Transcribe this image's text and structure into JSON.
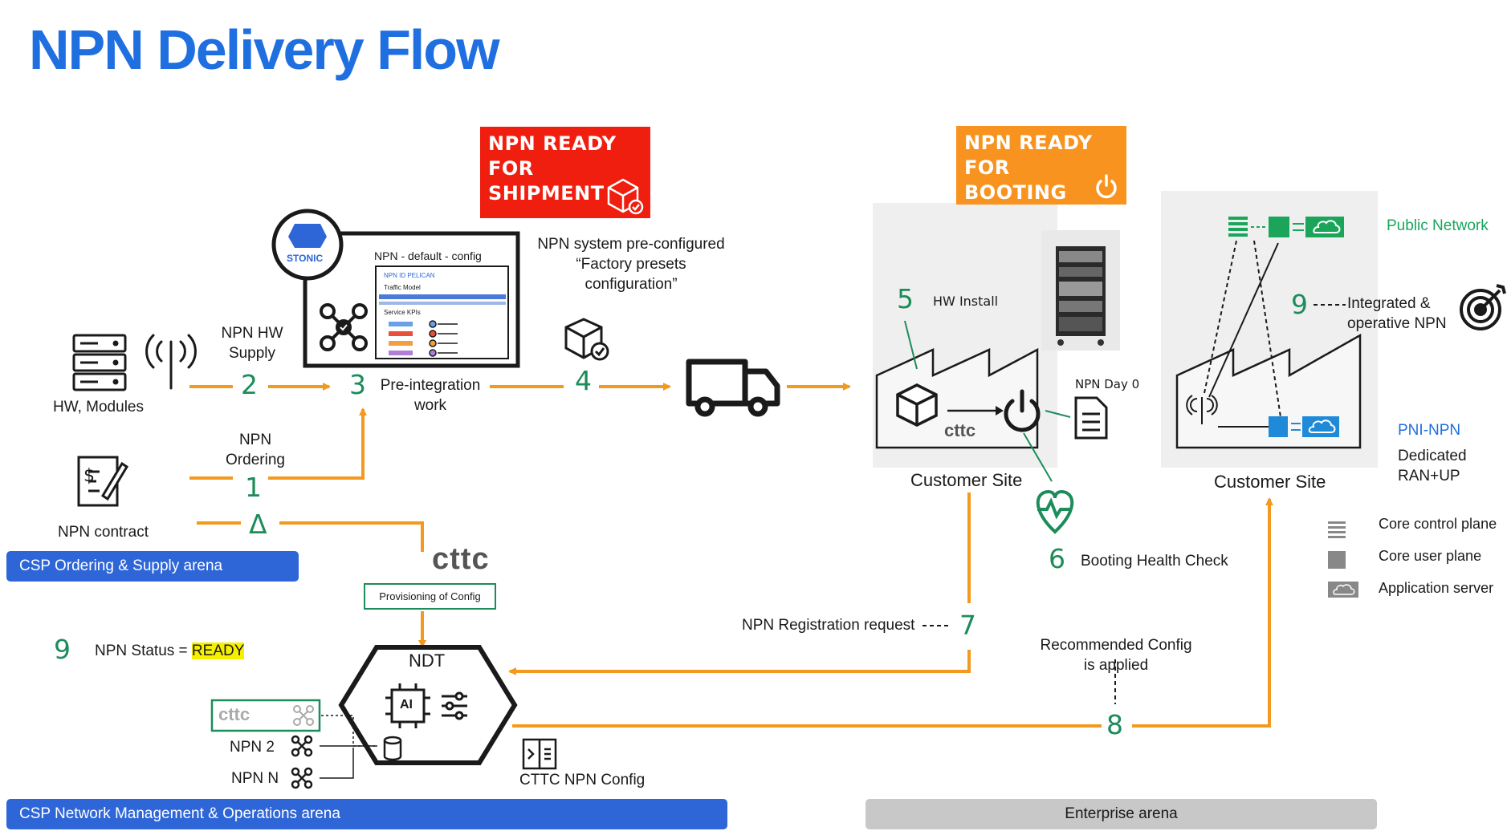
{
  "title": "NPN Delivery Flow",
  "banners": {
    "shipment": "NPN READY\nFOR SHIPMENT",
    "booting": "NPN READY\nFOR BOOTING"
  },
  "left": {
    "hw_modules": "HW, Modules",
    "hw_supply": "NPN HW\nSupply",
    "ordering": "NPN\nOrdering",
    "contract": "NPN contract",
    "preintegration": "Pre-integration\nwork",
    "stonic": "STONIC",
    "config_title": "NPN - default - config",
    "config_lines": [
      "NPN ID PELICAN",
      "Traffic Model",
      "Service KPIs"
    ],
    "preconfigured": "NPN system pre-configured\n“Factory presets\nconfiguration”"
  },
  "steps": {
    "s1": "1",
    "s2": "2",
    "s3": "3",
    "s4": "4",
    "s5": "5",
    "s6": "6",
    "s7": "7",
    "s8": "8",
    "s9a": "9",
    "s9b": "9",
    "delta": "Δ"
  },
  "site1": {
    "hw_install": "HW Install",
    "day0": "NPN Day 0",
    "customer_site": "Customer Site",
    "cttc_logo": "cttc"
  },
  "site2": {
    "public_network": "Public Network",
    "integrated": "Integrated &\noperative NPN",
    "customer_site": "Customer Site",
    "pni_npn": "PNI-NPN",
    "dedicated": "Dedicated\nRAN+UP"
  },
  "legend": [
    "Core control plane",
    "Core user plane",
    "Application server"
  ],
  "health_check": "Booting Health Check",
  "registration": "NPN Registration request",
  "recommended": "Recommended Config\nis applied",
  "cttc_logo": "cttc",
  "provisioning": "Provisioning of Config",
  "npn_status_label": "NPN Status = ",
  "npn_status_value": "READY",
  "ndt": "NDT",
  "ai_chip": "AI",
  "npn_2": "NPN  2",
  "npn_n": "NPN  N",
  "cttc_small": "cttc",
  "cttc_npn_config": "CTTC NPN Config",
  "arenas": {
    "ordering": "CSP Ordering & Supply arena",
    "network": "CSP Network Management & Operations arena",
    "enterprise": "Enterprise arena"
  },
  "colors": {
    "title_blue": "#1f6fe0",
    "orange_flow": "#f39a1e",
    "step_green": "#1c8c5a",
    "banner_red": "#f01e0f",
    "banner_orange": "#f7931e",
    "arena_blue": "#2e66d8",
    "arena_gray": "#c8c8c8",
    "public_green": "#1aa55a",
    "pni_blue": "#1f6fe0"
  }
}
